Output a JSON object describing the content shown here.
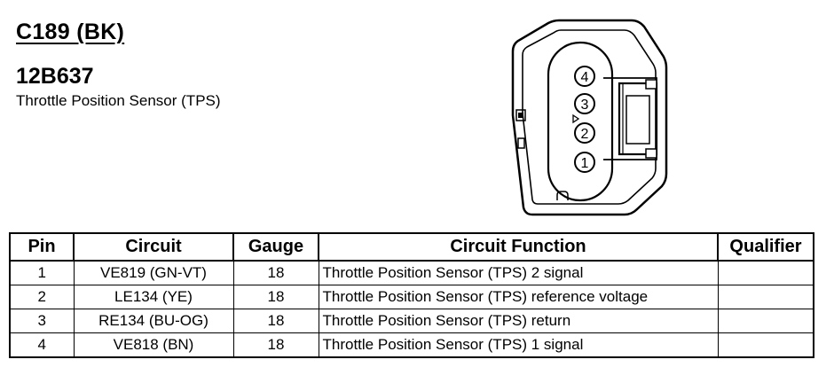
{
  "connector": {
    "code": "C189 (BK)",
    "part_number": "12B637",
    "component": "Throttle Position Sensor (TPS)"
  },
  "diagram": {
    "pin_labels": [
      "4",
      "3",
      "2",
      "1"
    ]
  },
  "table": {
    "headers": [
      "Pin",
      "Circuit",
      "Gauge",
      "Circuit Function",
      "Qualifier"
    ],
    "rows": [
      {
        "pin": "1",
        "circuit": "VE819 (GN-VT)",
        "gauge": "18",
        "function": "Throttle Position Sensor (TPS) 2 signal",
        "qualifier": ""
      },
      {
        "pin": "2",
        "circuit": "LE134 (YE)",
        "gauge": "18",
        "function": "Throttle Position Sensor (TPS) reference voltage",
        "qualifier": ""
      },
      {
        "pin": "3",
        "circuit": "RE134 (BU-OG)",
        "gauge": "18",
        "function": "Throttle Position Sensor (TPS) return",
        "qualifier": ""
      },
      {
        "pin": "4",
        "circuit": "VE818 (BN)",
        "gauge": "18",
        "function": "Throttle Position Sensor (TPS) 1 signal",
        "qualifier": ""
      }
    ]
  }
}
